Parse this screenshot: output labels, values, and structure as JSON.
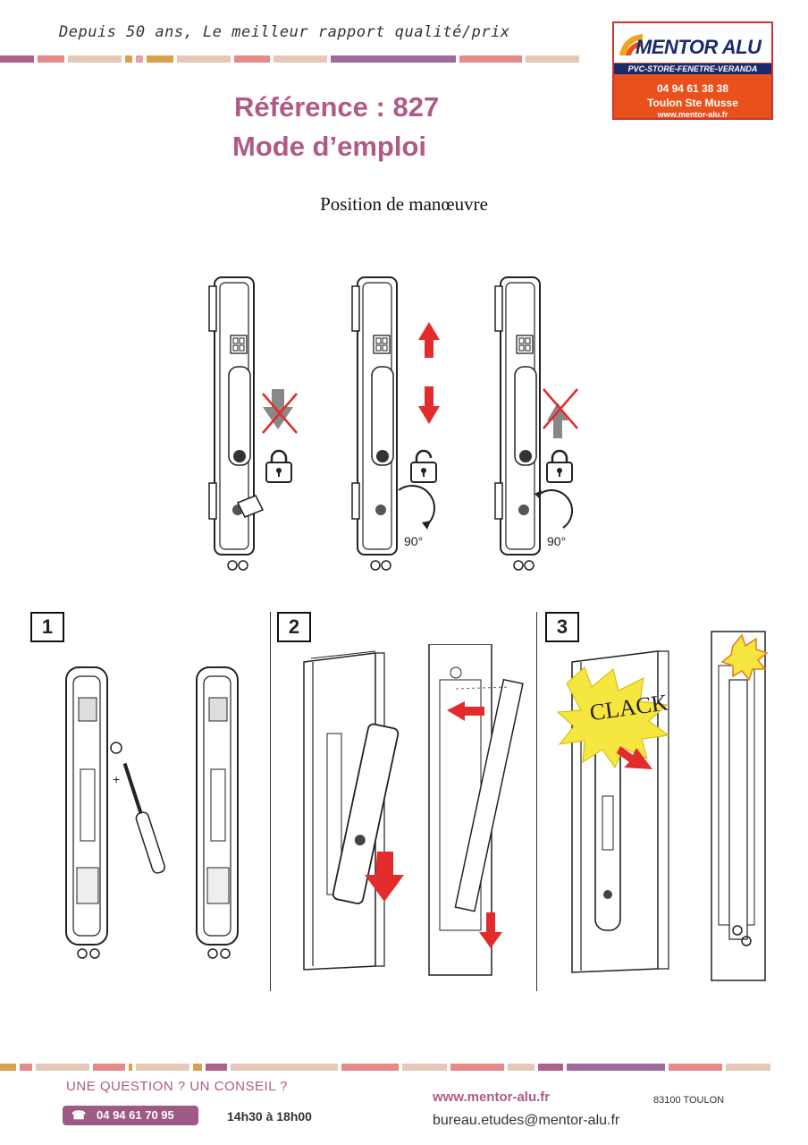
{
  "header": {
    "tagline": "Depuis 50 ans, Le meilleur rapport qualité/prix",
    "stripe_colors": [
      "#b0608c",
      "#e8a0a8",
      "#e5c9b8",
      "#d6a24e",
      "#9b6c9c",
      "#e58a88"
    ]
  },
  "logo": {
    "brand": "MENTOR ALU",
    "sub": "PVC-STORE-FENETRE-VERANDA",
    "phone": "04 94 61 38 38",
    "city": "Toulon  Ste Musse",
    "url": "www.mentor-alu.fr"
  },
  "title": {
    "reference": "Référence : 827",
    "mode": "Mode d’emploi"
  },
  "subtitle": "Position de manœuvre",
  "figures_top": {
    "angle_label": "90°"
  },
  "clack_label": "CLACK",
  "steps": [
    "1",
    "2",
    "3"
  ],
  "footer": {
    "question": "UNE QUESTION ? UN CONSEIL ?",
    "phone_icon": "phone-icon",
    "phone": "04 94 61 70 95",
    "hours": "14h30 à 18h00",
    "website": "www.mentor-alu.fr",
    "email": "bureau.etudes@mentor-alu.fr",
    "zip": "83100 TOULON"
  },
  "colors": {
    "accent": "#b05a86",
    "logo_orange": "#e8501c",
    "logo_navy": "#1b2a6b",
    "arrow_red": "#e32b2b",
    "clack_yellow": "#f5e640"
  }
}
